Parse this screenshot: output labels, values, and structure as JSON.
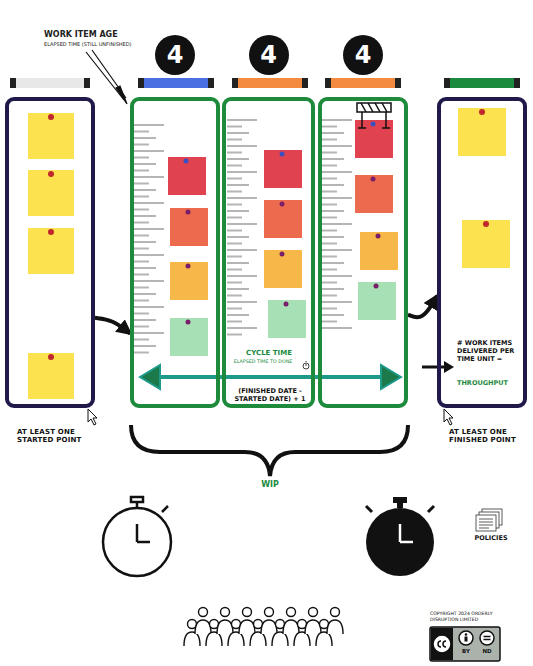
{
  "diagram": {
    "nodes": [
      {
        "text": [
          "AT LEAST ONE STARTED POINT"
        ]
      },
      {
        "text": [
          "4"
        ]
      },
      {
        "text": [
          "4"
        ]
      },
      {
        "text": [
          "4"
        ]
      },
      {
        "text": [
          "AT LEAST ONE FINISHED POINT"
        ]
      }
    ],
    "edges": [
      {
        "from": 0,
        "to": 1,
        "arrow": "to"
      },
      {
        "from": 3,
        "to": 4,
        "arrow": "to"
      }
    ],
    "labels": [
      "WORK ITEM AGE",
      "ELAPSED TIME (STILL UNFINISHED)",
      "CYCLE TIME",
      "ELAPSED TIME TO DONE",
      "(FINISHED DATE - STARTED DATE) + 1",
      "# WORK ITEMS DELIVERED PER TIME UNIT =",
      "THROUGHPUT",
      "WIP",
      "POLICIES",
      "COPYRIGHT 2024 ORDERLY DISRUPTION LIMITED",
      "BY",
      "ND"
    ]
  }
}
